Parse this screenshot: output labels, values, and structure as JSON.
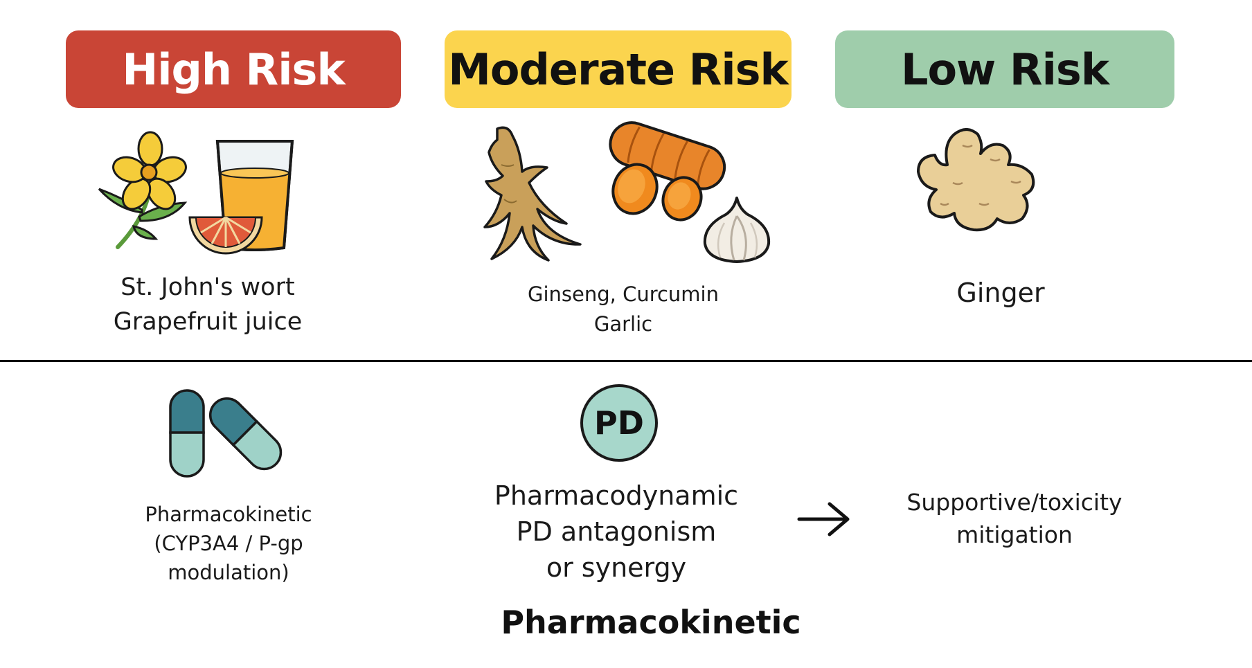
{
  "risk_levels": {
    "high": {
      "label": "High Risk",
      "color": "#c94536",
      "items": [
        "St. John's wort",
        "Grapefruit juice"
      ]
    },
    "moderate": {
      "label": "Moderate Risk",
      "color": "#fbd44e",
      "items": [
        "Ginseng, Curcumin",
        "Garlic"
      ]
    },
    "low": {
      "label": "Low Risk",
      "color": "#9fcdab",
      "items": [
        "Ginger"
      ]
    }
  },
  "mechanisms": {
    "pharmacokinetic": {
      "lines": [
        "Pharmacokinetic",
        "(CYP3A4 / P-gp",
        "modulation)"
      ]
    },
    "pharmacodynamic": {
      "badge": "PD",
      "lines": [
        "Pharmacodynamic",
        "PD antagonism",
        "or synergy"
      ]
    },
    "supportive": {
      "lines": [
        "Supportive/toxicity",
        "mitigation"
      ]
    }
  },
  "footer_label": "Pharmacokinetic",
  "icons": [
    "flower-icon",
    "juice-glass-icon",
    "grapefruit-slice-icon",
    "ginseng-root-icon",
    "turmeric-root-icon",
    "garlic-bulb-icon",
    "ginger-root-icon",
    "capsule-icon",
    "arrow-right-icon"
  ]
}
